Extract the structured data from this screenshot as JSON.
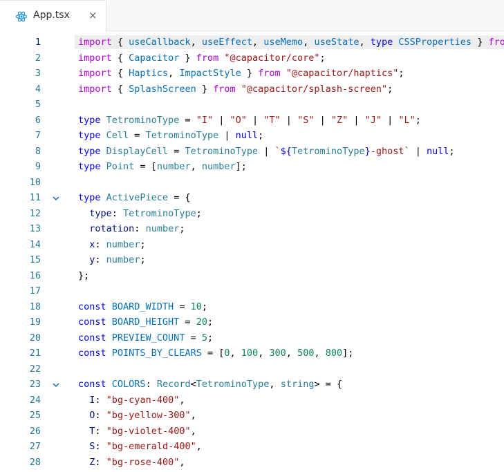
{
  "tab": {
    "label": "App.tsx",
    "close_glyph": "×",
    "icon": "react-icon"
  },
  "colors": {
    "keyword": "#0000ff",
    "control": "#af00db",
    "string": "#a31515",
    "number": "#098658",
    "type": "#267f99",
    "variable": "#0070c1",
    "property": "#001080",
    "line_number": "#237893"
  },
  "lines": [
    {
      "n": "1",
      "fold": false,
      "tokens": [
        [
          "ctl",
          "import"
        ],
        [
          "p",
          " { "
        ],
        [
          "var",
          "useCallback"
        ],
        [
          "p",
          ", "
        ],
        [
          "var",
          "useEffect"
        ],
        [
          "p",
          ", "
        ],
        [
          "var",
          "useMemo"
        ],
        [
          "p",
          ", "
        ],
        [
          "var",
          "useState"
        ],
        [
          "p",
          ", "
        ],
        [
          "kw",
          "type"
        ],
        [
          "p",
          " "
        ],
        [
          "var",
          "CSSProperties"
        ],
        [
          "p",
          " } "
        ],
        [
          "ctl",
          "from"
        ]
      ]
    },
    {
      "n": "2",
      "fold": false,
      "tokens": [
        [
          "ctl",
          "import"
        ],
        [
          "p",
          " { "
        ],
        [
          "var",
          "Capacitor"
        ],
        [
          "p",
          " } "
        ],
        [
          "ctl",
          "from"
        ],
        [
          "p",
          " "
        ],
        [
          "str",
          "\"@capacitor/core\""
        ],
        [
          "p",
          ";"
        ]
      ]
    },
    {
      "n": "3",
      "fold": false,
      "tokens": [
        [
          "ctl",
          "import"
        ],
        [
          "p",
          " { "
        ],
        [
          "var",
          "Haptics"
        ],
        [
          "p",
          ", "
        ],
        [
          "var",
          "ImpactStyle"
        ],
        [
          "p",
          " } "
        ],
        [
          "ctl",
          "from"
        ],
        [
          "p",
          " "
        ],
        [
          "str",
          "\"@capacitor/haptics\""
        ],
        [
          "p",
          ";"
        ]
      ]
    },
    {
      "n": "4",
      "fold": false,
      "tokens": [
        [
          "ctl",
          "import"
        ],
        [
          "p",
          " { "
        ],
        [
          "var",
          "SplashScreen"
        ],
        [
          "p",
          " } "
        ],
        [
          "ctl",
          "from"
        ],
        [
          "p",
          " "
        ],
        [
          "str",
          "\"@capacitor/splash-screen\""
        ],
        [
          "p",
          ";"
        ]
      ]
    },
    {
      "n": "5",
      "fold": false,
      "tokens": []
    },
    {
      "n": "6",
      "fold": false,
      "tokens": [
        [
          "kw",
          "type"
        ],
        [
          "p",
          " "
        ],
        [
          "type",
          "TetrominoType"
        ],
        [
          "p",
          " = "
        ],
        [
          "str",
          "\"I\""
        ],
        [
          "p",
          " | "
        ],
        [
          "str",
          "\"O\""
        ],
        [
          "p",
          " | "
        ],
        [
          "str",
          "\"T\""
        ],
        [
          "p",
          " | "
        ],
        [
          "str",
          "\"S\""
        ],
        [
          "p",
          " | "
        ],
        [
          "str",
          "\"Z\""
        ],
        [
          "p",
          " | "
        ],
        [
          "str",
          "\"J\""
        ],
        [
          "p",
          " | "
        ],
        [
          "str",
          "\"L\""
        ],
        [
          "p",
          ";"
        ]
      ]
    },
    {
      "n": "7",
      "fold": false,
      "tokens": [
        [
          "kw",
          "type"
        ],
        [
          "p",
          " "
        ],
        [
          "type",
          "Cell"
        ],
        [
          "p",
          " = "
        ],
        [
          "type",
          "TetrominoType"
        ],
        [
          "p",
          " | "
        ],
        [
          "kw",
          "null"
        ],
        [
          "p",
          ";"
        ]
      ]
    },
    {
      "n": "8",
      "fold": false,
      "tokens": [
        [
          "kw",
          "type"
        ],
        [
          "p",
          " "
        ],
        [
          "type",
          "DisplayCell"
        ],
        [
          "p",
          " = "
        ],
        [
          "type",
          "TetrominoType"
        ],
        [
          "p",
          " | "
        ],
        [
          "str",
          "`"
        ],
        [
          "kw",
          "${"
        ],
        [
          "type",
          "TetrominoType"
        ],
        [
          "kw",
          "}"
        ],
        [
          "str",
          "-ghost`"
        ],
        [
          "p",
          " | "
        ],
        [
          "kw",
          "null"
        ],
        [
          "p",
          ";"
        ]
      ]
    },
    {
      "n": "9",
      "fold": false,
      "tokens": [
        [
          "kw",
          "type"
        ],
        [
          "p",
          " "
        ],
        [
          "type",
          "Point"
        ],
        [
          "p",
          " = ["
        ],
        [
          "type",
          "number"
        ],
        [
          "p",
          ", "
        ],
        [
          "type",
          "number"
        ],
        [
          "p",
          "];"
        ]
      ]
    },
    {
      "n": "10",
      "fold": false,
      "tokens": []
    },
    {
      "n": "11",
      "fold": true,
      "tokens": [
        [
          "kw",
          "type"
        ],
        [
          "p",
          " "
        ],
        [
          "type",
          "ActivePiece"
        ],
        [
          "p",
          " = {"
        ]
      ]
    },
    {
      "n": "12",
      "fold": false,
      "tokens": [
        [
          "p",
          "  "
        ],
        [
          "prop",
          "type"
        ],
        [
          "p",
          ": "
        ],
        [
          "type",
          "TetrominoType"
        ],
        [
          "p",
          ";"
        ]
      ]
    },
    {
      "n": "13",
      "fold": false,
      "tokens": [
        [
          "p",
          "  "
        ],
        [
          "prop",
          "rotation"
        ],
        [
          "p",
          ": "
        ],
        [
          "type",
          "number"
        ],
        [
          "p",
          ";"
        ]
      ]
    },
    {
      "n": "14",
      "fold": false,
      "tokens": [
        [
          "p",
          "  "
        ],
        [
          "prop",
          "x"
        ],
        [
          "p",
          ": "
        ],
        [
          "type",
          "number"
        ],
        [
          "p",
          ";"
        ]
      ]
    },
    {
      "n": "15",
      "fold": false,
      "tokens": [
        [
          "p",
          "  "
        ],
        [
          "prop",
          "y"
        ],
        [
          "p",
          ": "
        ],
        [
          "type",
          "number"
        ],
        [
          "p",
          ";"
        ]
      ]
    },
    {
      "n": "16",
      "fold": false,
      "tokens": [
        [
          "p",
          "};"
        ]
      ]
    },
    {
      "n": "17",
      "fold": false,
      "tokens": []
    },
    {
      "n": "18",
      "fold": false,
      "tokens": [
        [
          "kw",
          "const"
        ],
        [
          "p",
          " "
        ],
        [
          "var",
          "BOARD_WIDTH"
        ],
        [
          "p",
          " = "
        ],
        [
          "num",
          "10"
        ],
        [
          "p",
          ";"
        ]
      ]
    },
    {
      "n": "19",
      "fold": false,
      "tokens": [
        [
          "kw",
          "const"
        ],
        [
          "p",
          " "
        ],
        [
          "var",
          "BOARD_HEIGHT"
        ],
        [
          "p",
          " = "
        ],
        [
          "num",
          "20"
        ],
        [
          "p",
          ";"
        ]
      ]
    },
    {
      "n": "20",
      "fold": false,
      "tokens": [
        [
          "kw",
          "const"
        ],
        [
          "p",
          " "
        ],
        [
          "var",
          "PREVIEW_COUNT"
        ],
        [
          "p",
          " = "
        ],
        [
          "num",
          "5"
        ],
        [
          "p",
          ";"
        ]
      ]
    },
    {
      "n": "21",
      "fold": false,
      "tokens": [
        [
          "kw",
          "const"
        ],
        [
          "p",
          " "
        ],
        [
          "var",
          "POINTS_BY_CLEARS"
        ],
        [
          "p",
          " = ["
        ],
        [
          "num",
          "0"
        ],
        [
          "p",
          ", "
        ],
        [
          "num",
          "100"
        ],
        [
          "p",
          ", "
        ],
        [
          "num",
          "300"
        ],
        [
          "p",
          ", "
        ],
        [
          "num",
          "500"
        ],
        [
          "p",
          ", "
        ],
        [
          "num",
          "800"
        ],
        [
          "p",
          "];"
        ]
      ]
    },
    {
      "n": "22",
      "fold": false,
      "tokens": []
    },
    {
      "n": "23",
      "fold": true,
      "tokens": [
        [
          "kw",
          "const"
        ],
        [
          "p",
          " "
        ],
        [
          "var",
          "COLORS"
        ],
        [
          "p",
          ": "
        ],
        [
          "type",
          "Record"
        ],
        [
          "p",
          "<"
        ],
        [
          "type",
          "TetrominoType"
        ],
        [
          "p",
          ", "
        ],
        [
          "type",
          "string"
        ],
        [
          "p",
          "> = {"
        ]
      ]
    },
    {
      "n": "24",
      "fold": false,
      "tokens": [
        [
          "p",
          "  "
        ],
        [
          "prop",
          "I"
        ],
        [
          "p",
          ": "
        ],
        [
          "str",
          "\"bg-cyan-400\""
        ],
        [
          "p",
          ","
        ]
      ]
    },
    {
      "n": "25",
      "fold": false,
      "tokens": [
        [
          "p",
          "  "
        ],
        [
          "prop",
          "O"
        ],
        [
          "p",
          ": "
        ],
        [
          "str",
          "\"bg-yellow-300\""
        ],
        [
          "p",
          ","
        ]
      ]
    },
    {
      "n": "26",
      "fold": false,
      "tokens": [
        [
          "p",
          "  "
        ],
        [
          "prop",
          "T"
        ],
        [
          "p",
          ": "
        ],
        [
          "str",
          "\"bg-violet-400\""
        ],
        [
          "p",
          ","
        ]
      ]
    },
    {
      "n": "27",
      "fold": false,
      "tokens": [
        [
          "p",
          "  "
        ],
        [
          "prop",
          "S"
        ],
        [
          "p",
          ": "
        ],
        [
          "str",
          "\"bg-emerald-400\""
        ],
        [
          "p",
          ","
        ]
      ]
    },
    {
      "n": "28",
      "fold": false,
      "tokens": [
        [
          "p",
          "  "
        ],
        [
          "prop",
          "Z"
        ],
        [
          "p",
          ": "
        ],
        [
          "str",
          "\"bg-rose-400\""
        ],
        [
          "p",
          ","
        ]
      ]
    }
  ]
}
